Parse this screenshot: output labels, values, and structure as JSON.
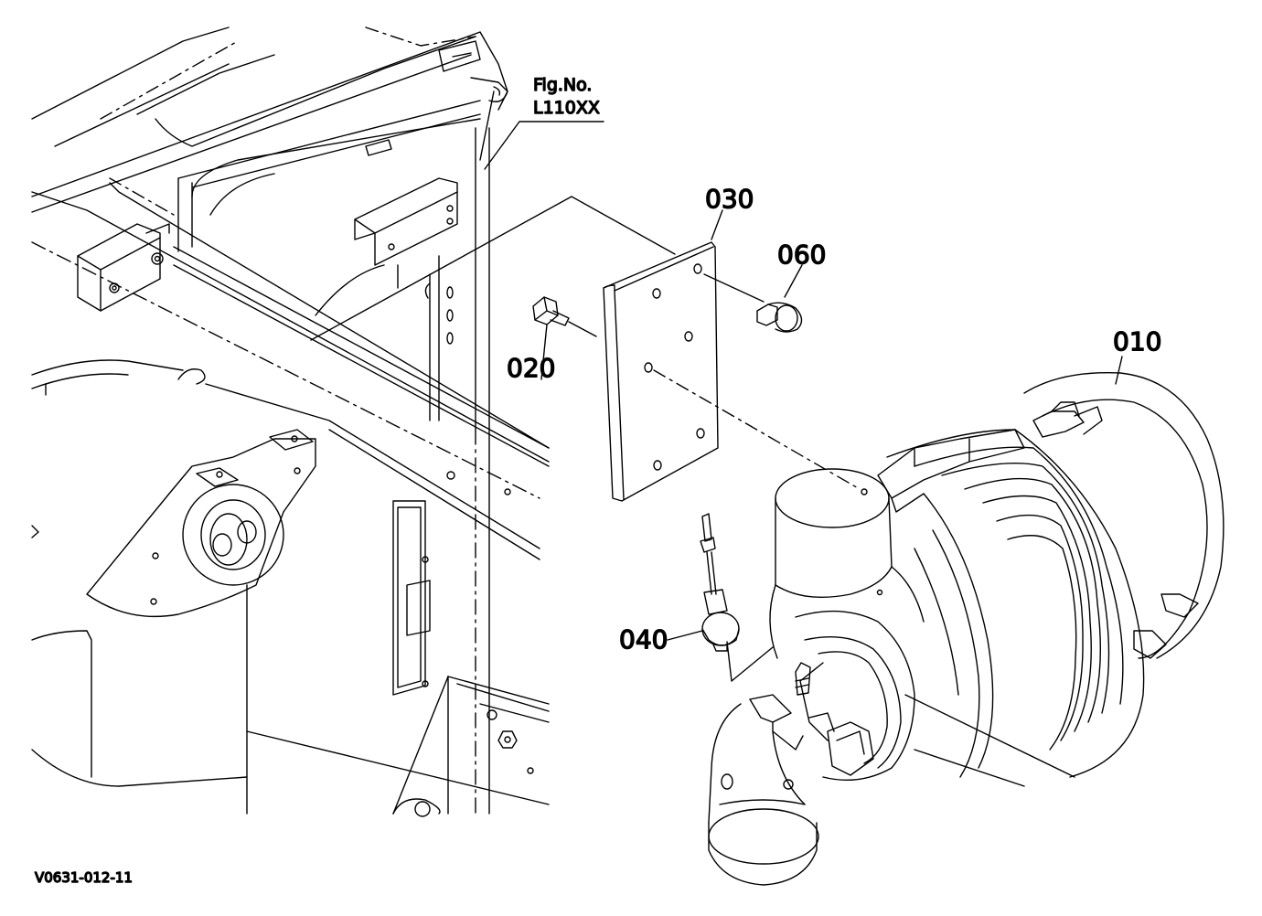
{
  "figure_ref": {
    "line1": "Fig.No.",
    "line2": "L110XX"
  },
  "parts": {
    "p010": "010",
    "p020": "020",
    "p030": "030",
    "p040": "040",
    "p060": "060"
  },
  "drawing_code": "V0631-012-11",
  "colors": {
    "line": "#000000",
    "background": "#ffffff"
  }
}
